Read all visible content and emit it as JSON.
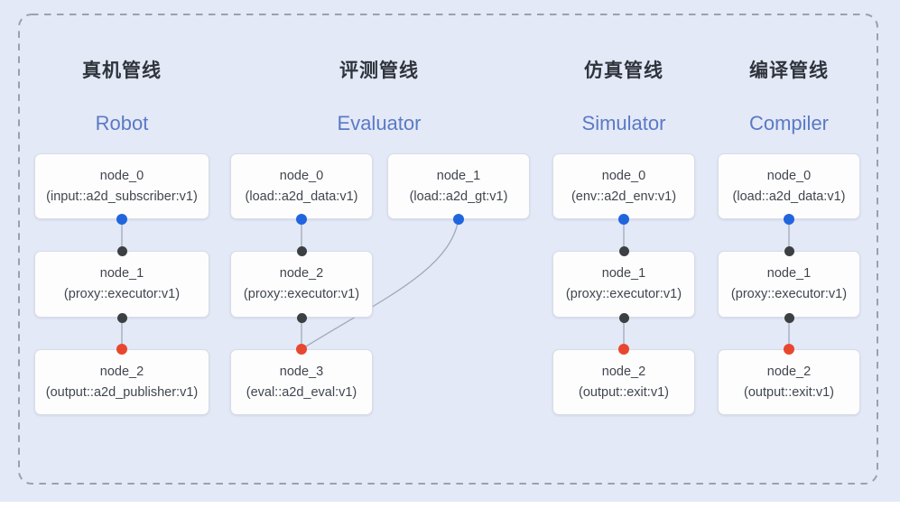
{
  "diagram": {
    "pipelines": [
      {
        "title_zh": "真机管线",
        "title_en": "Robot",
        "nodes": [
          {
            "name": "node_0",
            "type": "(input::a2d_subscriber:v1)"
          },
          {
            "name": "node_1",
            "type": "(proxy::executor:v1)"
          },
          {
            "name": "node_2",
            "type": "(output::a2d_publisher:v1)"
          }
        ]
      },
      {
        "title_zh": "评测管线",
        "title_en": "Evaluator",
        "nodes": [
          {
            "name": "node_0",
            "type": "(load::a2d_data:v1)"
          },
          {
            "name": "node_1",
            "type": "(load::a2d_gt:v1)"
          },
          {
            "name": "node_2",
            "type": "(proxy::executor:v1)"
          },
          {
            "name": "node_3",
            "type": "(eval::a2d_eval:v1)"
          }
        ]
      },
      {
        "title_zh": "仿真管线",
        "title_en": "Simulator",
        "nodes": [
          {
            "name": "node_0",
            "type": "(env::a2d_env:v1)"
          },
          {
            "name": "node_1",
            "type": "(proxy::executor:v1)"
          },
          {
            "name": "node_2",
            "type": "(output::exit:v1)"
          }
        ]
      },
      {
        "title_zh": "编译管线",
        "title_en": "Compiler",
        "nodes": [
          {
            "name": "node_0",
            "type": "(load::a2d_data:v1)"
          },
          {
            "name": "node_1",
            "type": "(proxy::executor:v1)"
          },
          {
            "name": "node_2",
            "type": "(output::exit:v1)"
          }
        ]
      }
    ],
    "colors": {
      "background": "#e4e9f7",
      "node_fill": "#fdfdfe",
      "node_border": "#d8dce5",
      "dashed_border": "#9aa1ad",
      "edge_line": "#9daab8",
      "port_source_dot": "#2065dd",
      "port_executor_dot": "#3d4043",
      "port_sink_dot": "#e8472f",
      "title_zh_color": "#2f343c",
      "title_en_color": "#5a7ac5",
      "node_text_color": "#41464e"
    }
  }
}
